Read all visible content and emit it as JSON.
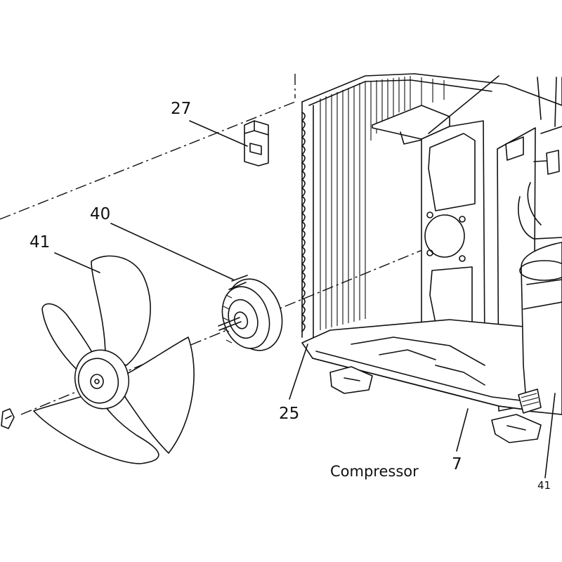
{
  "diagram": {
    "part_labels": {
      "bracket": "27",
      "fan_motor": "40",
      "fan_blade": "41",
      "condenser_coil": "25",
      "base_pan": "7",
      "compressor": "41"
    },
    "caption": "Compressor"
  }
}
